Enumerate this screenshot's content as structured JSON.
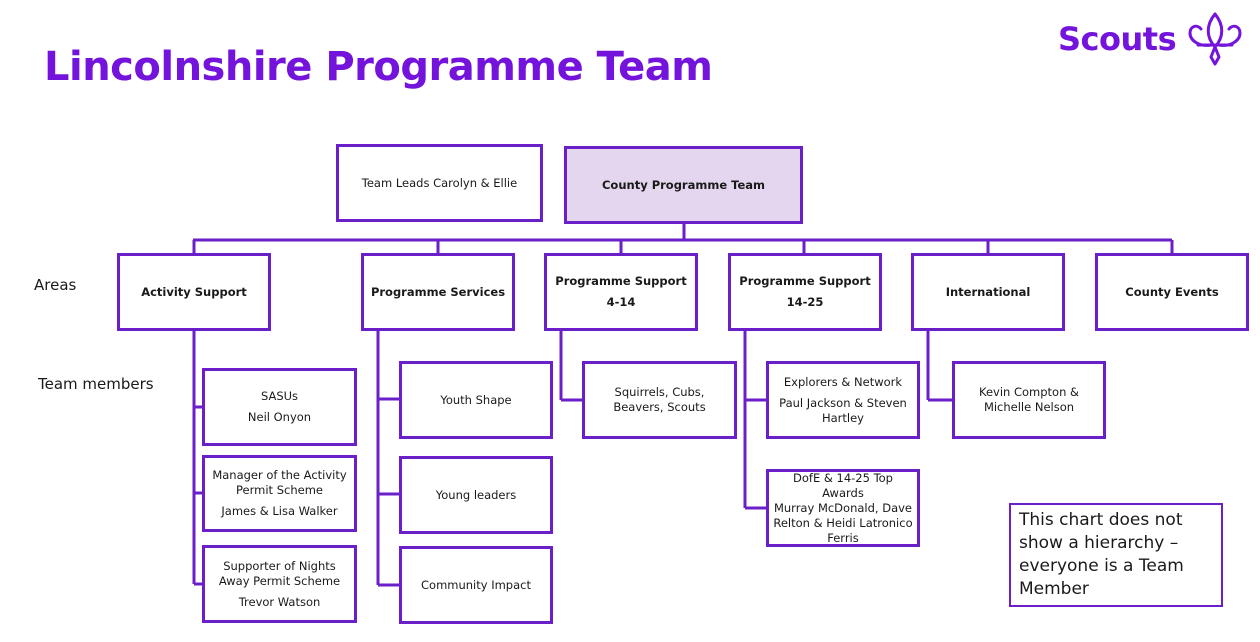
{
  "title": "Lincolnshire Programme Team",
  "logo": {
    "text": "Scouts",
    "icon": "fleur-de-lis-icon"
  },
  "colors": {
    "accent": "#7413dc",
    "box_border": "#6a1fc9",
    "highlight_fill": "#e3d6ee"
  },
  "labels": {
    "areas": "Areas",
    "team_members": "Team members"
  },
  "top": {
    "team_leads": "Team Leads Carolyn & Ellie",
    "county_team": "County Programme Team"
  },
  "areas": [
    {
      "name": "Activity Support"
    },
    {
      "name": "Programme Services"
    },
    {
      "name": "Programme Support",
      "sub": "4-14"
    },
    {
      "name": "Programme Support",
      "sub": "14-25"
    },
    {
      "name": "International"
    },
    {
      "name": "County Events"
    }
  ],
  "members": {
    "sasus": {
      "role": "SASUs",
      "people": "Neil Onyon"
    },
    "activity_permit": {
      "role": "Manager of the Activity Permit Scheme",
      "people": "James & Lisa Walker"
    },
    "nights_away": {
      "role": "Supporter of Nights Away Permit Scheme",
      "people": "Trevor Watson"
    },
    "youth_shape": {
      "role": "Youth Shape"
    },
    "young_leaders": {
      "role": "Young leaders"
    },
    "community_impact": {
      "role": "Community Impact"
    },
    "sections": {
      "role": "Squirrels, Cubs, Beavers, Scouts"
    },
    "explorers": {
      "role": "Explorers & Network",
      "people": "Paul Jackson & Steven Hartley"
    },
    "dofe": {
      "role": "DofE & 14-25 Top Awards",
      "people": "Murray McDonald, Dave Relton & Heidi Latronico Ferris"
    },
    "international": {
      "role": "Kevin Compton & Michelle Nelson"
    }
  },
  "note": "This chart does not show a hierarchy – everyone is a Team Member"
}
